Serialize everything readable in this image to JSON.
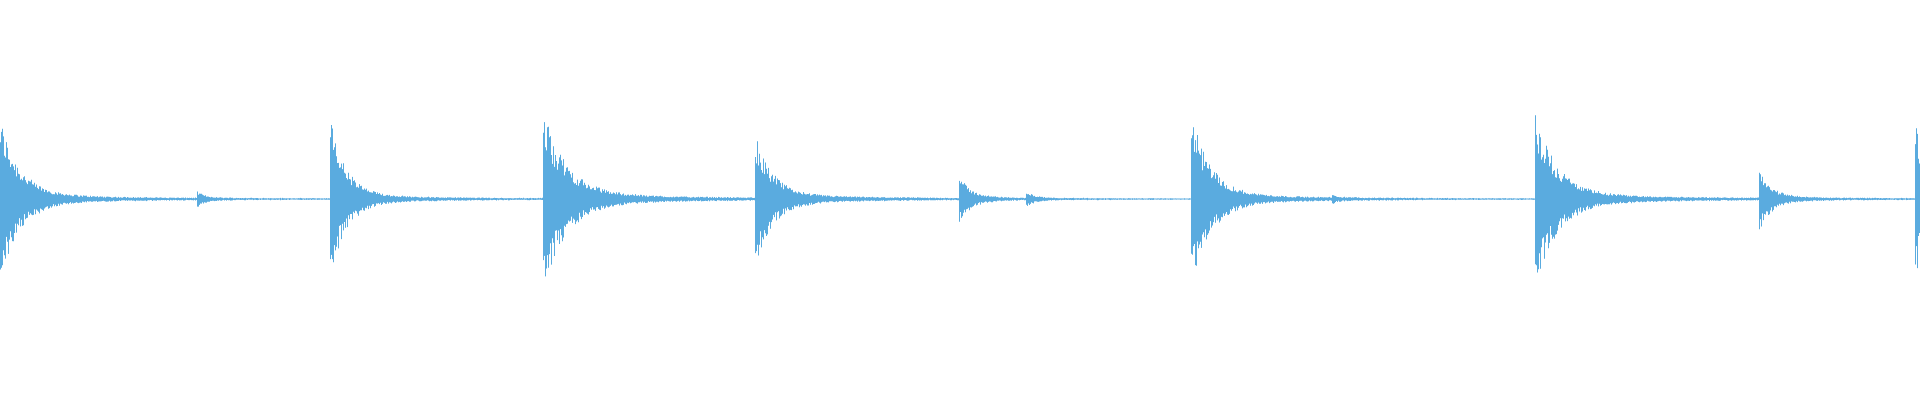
{
  "waveform": {
    "color": "#5aabdf",
    "background": "#ffffff",
    "duration": 1.0,
    "transients": [
      {
        "t": 0.0,
        "amp": 0.92,
        "decay": 0.01
      },
      {
        "t": 0.103,
        "amp": 0.07,
        "decay": 0.004
      },
      {
        "t": 0.1725,
        "amp": 0.86,
        "decay": 0.008
      },
      {
        "t": 0.2832,
        "amp": 0.99,
        "decay": 0.012
      },
      {
        "t": 0.394,
        "amp": 0.68,
        "decay": 0.009
      },
      {
        "t": 0.5,
        "amp": 0.24,
        "decay": 0.006
      },
      {
        "t": 0.535,
        "amp": 0.07,
        "decay": 0.004
      },
      {
        "t": 0.621,
        "amp": 0.93,
        "decay": 0.01
      },
      {
        "t": 0.6945,
        "amp": 0.03,
        "decay": 0.003
      },
      {
        "t": 0.8,
        "amp": 1.0,
        "decay": 0.011
      },
      {
        "t": 0.917,
        "amp": 0.33,
        "decay": 0.006
      },
      {
        "t": 0.9985,
        "amp": 0.82,
        "decay": 0.005
      }
    ],
    "noise_floor": 0.006
  }
}
